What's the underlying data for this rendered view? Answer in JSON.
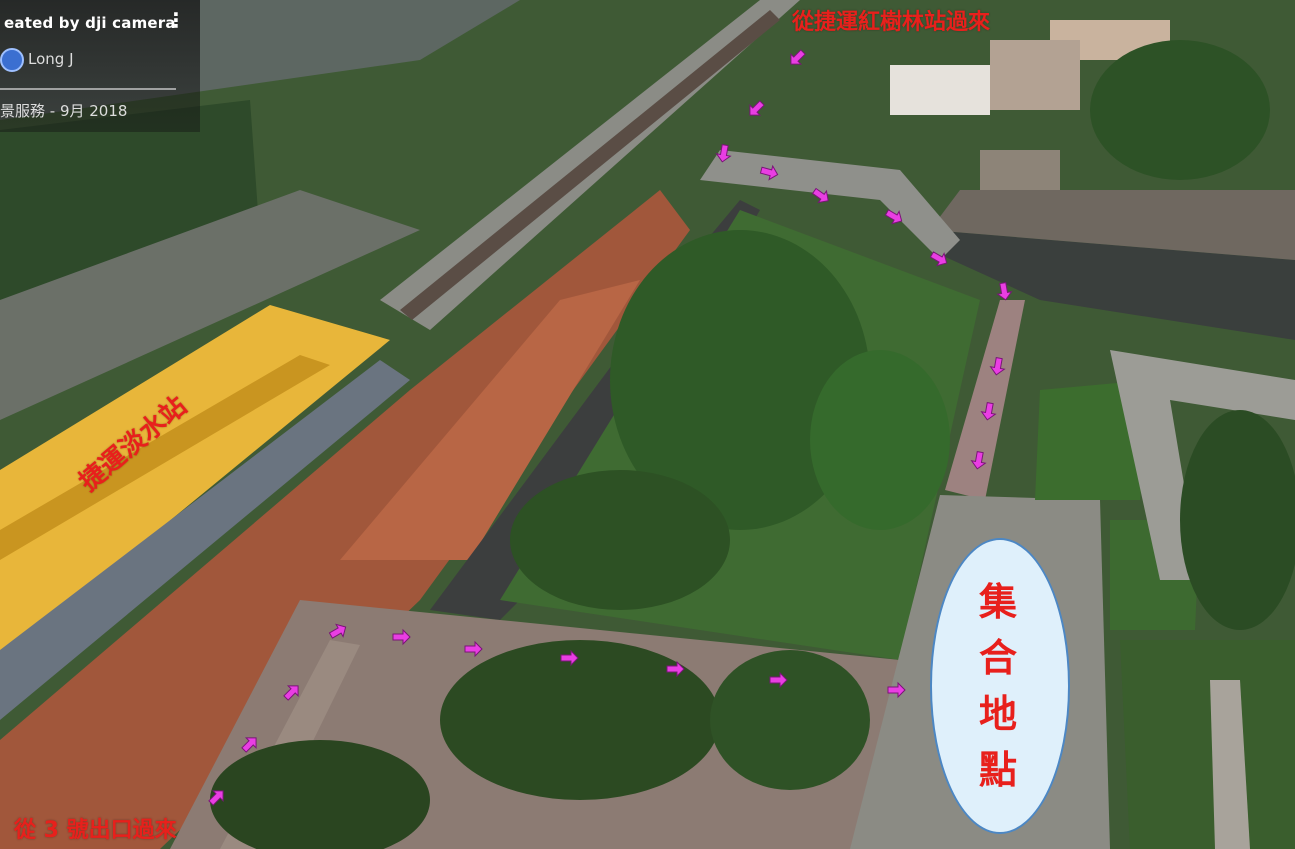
{
  "credit": {
    "title": "eated by dji camera",
    "menu": "⋮",
    "author": "Long J",
    "subtitle": "景服務 - 9月 2018"
  },
  "labels": {
    "from_mrt_hongshulin": "從捷運紅樹林站過來",
    "from_exit_3": "從 3 號出口過來",
    "station_name": "捷運淡水站"
  },
  "meeting_point": {
    "chars": [
      "集",
      "合",
      "地",
      "點"
    ]
  },
  "colors": {
    "label_red": "#e8201c",
    "arrow_magenta": "#e93ee3",
    "ellipse_fill": "#dff0fb",
    "ellipse_border": "#4c87c4"
  }
}
